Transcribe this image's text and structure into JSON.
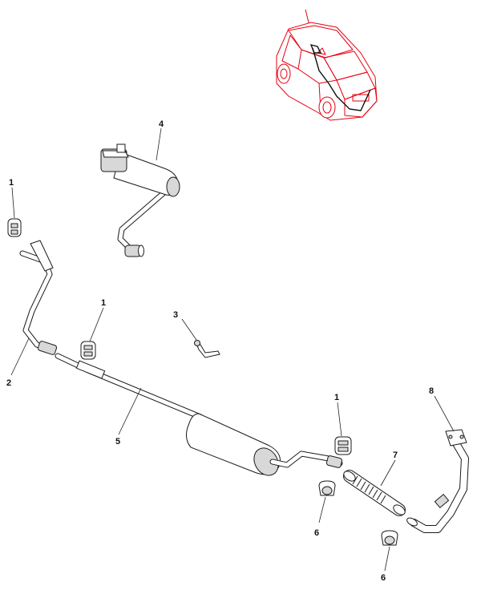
{
  "callouts": {
    "c1a": "1",
    "c1b": "1",
    "c1c": "1",
    "c2": "2",
    "c3": "3",
    "c4": "4",
    "c5": "5",
    "c6a": "6",
    "c6b": "6",
    "c7": "7",
    "c8": "8"
  },
  "colors": {
    "locator_car": "#e8000f",
    "line_art": "#1a1a1a"
  }
}
